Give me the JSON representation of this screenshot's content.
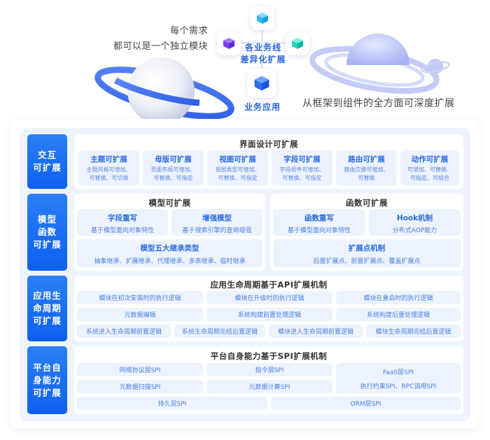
{
  "hero": {
    "left_caption": [
      "每个需求",
      "都可以是一个独立模块"
    ],
    "center_caption": [
      "各业务线",
      "差异化扩展"
    ],
    "bottom_caption": "业务应用",
    "right_caption": "从框架到组件的全方面可深度扩展",
    "icons": [
      "cube-purple-icon",
      "cube-cyan-icon",
      "cube-teal-icon",
      "cube-blue-icon",
      "planet-left-illustration",
      "planet-right-illustration"
    ],
    "colors": {
      "purple": "#7a3cf0",
      "cyan": "#2cc2f5",
      "teal": "#22d3c0",
      "blue": "#2a6ff0"
    }
  },
  "rows": [
    {
      "label": [
        "交互",
        "可扩展"
      ],
      "panel_title": "界面设计可扩展",
      "cells": [
        {
          "title": "主题可扩展",
          "desc": [
            "主题风格可增加、",
            "可替换、可切换"
          ]
        },
        {
          "title": "母版可扩展",
          "desc": [
            "页面布局可增加、",
            "可替换、可指定"
          ]
        },
        {
          "title": "视图可扩展",
          "desc": [
            "视图类型可增加、",
            "可替换、可指定"
          ]
        },
        {
          "title": "字段可扩展",
          "desc": [
            "字段组件可增加、",
            "可替换、可指定"
          ]
        },
        {
          "title": "路由可扩展",
          "desc": [
            "路由交换可增加、",
            "可替换"
          ]
        },
        {
          "title": "动作可扩展",
          "desc": [
            "可增加、可替换、",
            "可指定、可组合"
          ]
        }
      ]
    },
    {
      "label": [
        "模型",
        "函数",
        "可扩展"
      ],
      "panels": [
        {
          "title": "模型可扩展",
          "cells": [
            {
              "title": "字段重写",
              "desc": "基于模型面向对象特性"
            },
            {
              "title": "增强模型",
              "desc": "基于搜索引擎的查询增强"
            },
            {
              "title": "模型五大继承类型",
              "desc": "抽象继承、扩展继承、代理继承、多表继承、临时继承"
            }
          ]
        },
        {
          "title": "函数可扩展",
          "cells": [
            {
              "title": "函数重写",
              "desc": "基于模型面向对象特性"
            },
            {
              "title": "Hook机制",
              "desc": "分布式AOP能力"
            },
            {
              "title": "扩展点机制",
              "desc": "后置扩展点、前置扩展点、覆盖扩展点"
            }
          ]
        }
      ]
    },
    {
      "label": [
        "应用生",
        "命周期",
        "可扩展"
      ],
      "panel_title": "应用生命周期基于API扩展机制",
      "cells_row1": [
        "模块在初次安装时的执行逻辑",
        "模块在升级时的执行逻辑",
        "模块在重启时的执行逻辑"
      ],
      "cells_row2": [
        "元数据编辑",
        "系统构建前置处理逻辑",
        "系统构建后置处理逻辑"
      ],
      "cells_row3": [
        "系统进入生命周期前置逻辑",
        "系统生命周期完结后置逻辑",
        "模块进入生命周期前置逻辑",
        "模块生命周期完结后置逻辑"
      ]
    },
    {
      "label": [
        "平台自",
        "身能力",
        "可扩展"
      ],
      "panel_title": "平台自身能力基于SPI扩展机制",
      "cells_row1": [
        "网络协议层SPI",
        "指令层SPI"
      ],
      "cells_row2": [
        "元数据扫描SPI",
        "元数据计算SPI"
      ],
      "faas": {
        "title": "FaaS层SPI",
        "desc": "执行约束SPI、RPC调用SPI"
      },
      "cells_row3": [
        "持久层SPI",
        "ORM层SPI"
      ]
    }
  ]
}
